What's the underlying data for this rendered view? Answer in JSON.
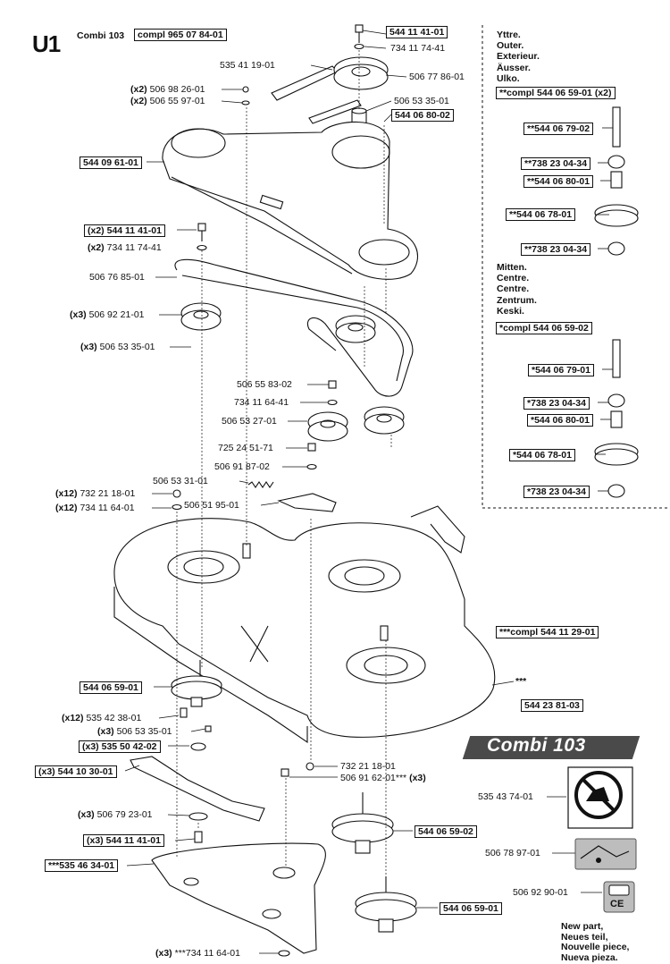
{
  "header": {
    "section_id": "U1",
    "model": "Combi 103",
    "assembly_number": "compl 965 07 84-01"
  },
  "side_panel": {
    "outer_langs": [
      "Yttre.",
      "Outer.",
      "Exterieur.",
      "Äusser.",
      "Ulko."
    ],
    "outer_assembly": "**compl 544 06 59-01 (x2)",
    "outer_parts": [
      "**544 06 79-02",
      "**738 23 04-34",
      "**544 06 80-01",
      "**544 06 78-01",
      "**738 23 04-34"
    ],
    "middle_langs": [
      "Mitten.",
      "Centre.",
      "Centre.",
      "Zentrum.",
      "Keski."
    ],
    "middle_assembly": "*compl 544 06 59-02",
    "middle_parts": [
      "*544 06 79-01",
      "*738 23 04-34",
      "*544 06 80-01",
      "*544 06 78-01",
      "*738 23 04-34"
    ]
  },
  "parts": {
    "p01": "544 11 41-01",
    "p02": "734 11 74-41",
    "p03": "535 41 19-01",
    "p04": "506 77 86-01",
    "p05q": "(x2)",
    "p05": "506 98 26-01",
    "p06q": "(x2)",
    "p06": "506 55 97-01",
    "p07": "506 53 35-01",
    "p08": "544 06 80-02",
    "p09": "544 09 61-01",
    "p10q": "(x2)",
    "p10": "544 11 41-01",
    "p11q": "(x2)",
    "p11": "734 11 74-41",
    "p12": "506 76 85-01",
    "p13q": "(x3)",
    "p13": "506 92 21-01",
    "p14q": "(x3)",
    "p14": "506 53 35-01",
    "p15": "506 55 83-02",
    "p16": "734 11 64-41",
    "p17": "506 53 27-01",
    "p18": "725 24 51-71",
    "p19": "506 91 87-02",
    "p20": "506 53 31-01",
    "p21q": "(x12)",
    "p21": "732 21 18-01",
    "p22q": "(x12)",
    "p22": "734 11 64-01",
    "p23": "506 51 95-01",
    "p24": "***compl 544 11 29-01",
    "p25": "***",
    "p26": "544 23 81-03",
    "p27": "544 06 59-01",
    "p28q": "(x12)",
    "p28": "535 42 38-01",
    "p29q": "(x3)",
    "p29": "506 53 35-01",
    "p30q": "(x3)",
    "p30": "535 50 42-02",
    "p31q": "(x3)",
    "p31": "544 10 30-01",
    "p32": "732 21 18-01",
    "p33": "506 91 62-01***",
    "p33q": "(x3)",
    "p34q": "(x3)",
    "p34": "506 79 23-01",
    "p35q": "(x3)",
    "p35": "544 11 41-01",
    "p36": "***535 46 34-01",
    "p37": "544 06 59-02",
    "p38": "544 06 59-01",
    "p39q": "(x3)",
    "p39": "***734 11 64-01",
    "p40": "535 43 74-01",
    "p41": "506 78 97-01",
    "p42": "506 92 90-01"
  },
  "banner": "Combi 103",
  "new_part_note": [
    "New part,",
    "Neues teil,",
    "Nouvelle piece,",
    "Nueva pieza."
  ],
  "ce_mark": "CE"
}
